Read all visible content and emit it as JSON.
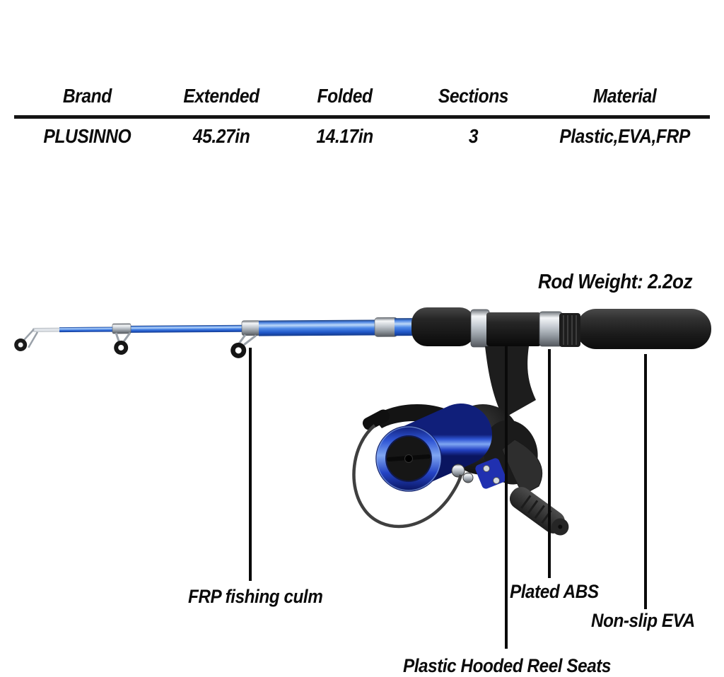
{
  "spec_table": {
    "columns": [
      "Brand",
      "Extended",
      "Folded",
      "Sections",
      "Material"
    ],
    "values": [
      "PLUSINNO",
      "45.27in",
      "14.17in",
      "3",
      "Plastic,EVA,FRP"
    ]
  },
  "annotations": {
    "rod_weight": "Rod Weight: 2.2oz",
    "frp_culm": "FRP fishing culm",
    "plated_abs": "Plated ABS",
    "non_slip_eva": "Non-slip EVA",
    "reel_seats": "Plastic Hooded Reel Seats"
  },
  "colors": {
    "background": "#ffffff",
    "text_black": "#0d0d0d",
    "rod_blue": "#3575e2",
    "reel_spool_blue": "#2f55d4",
    "metal_silver": "#c3c9d0",
    "grip_black": "#161616"
  }
}
